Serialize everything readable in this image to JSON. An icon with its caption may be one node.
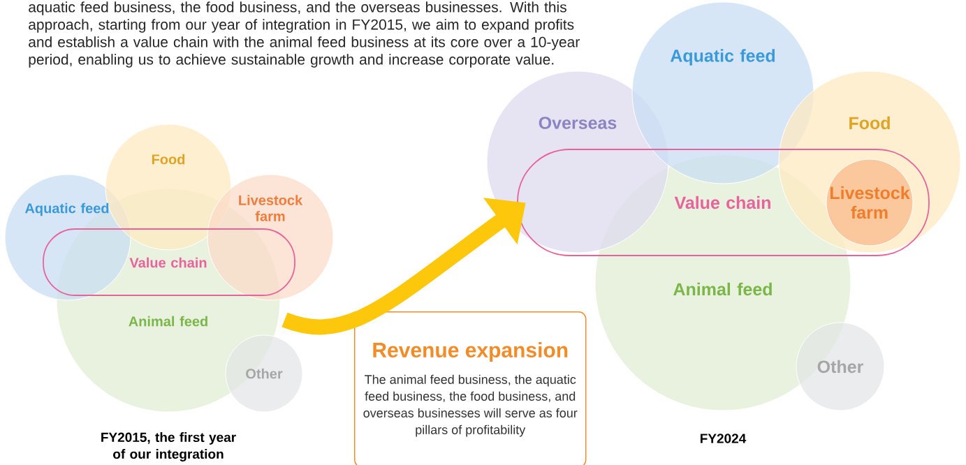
{
  "diagram": {
    "nodes": [
      {
        "text": [
          "Food"
        ]
      },
      {
        "text": [
          "Aquatic feed"
        ]
      },
      {
        "text": [
          "Livestock farm"
        ]
      },
      {
        "text": [
          "Value chain"
        ]
      },
      {
        "text": [
          "Animal feed"
        ]
      },
      {
        "text": [
          "Other"
        ]
      },
      {
        "text": [
          "Revenue expansion",
          "The animal feed business, the aquatic feed business, the food business, and overseas businesses will serve as four pillars of profitability"
        ]
      },
      {
        "text": [
          "Aquatic feed"
        ]
      },
      {
        "text": [
          "Overseas"
        ]
      },
      {
        "text": [
          "Food"
        ]
      },
      {
        "text": [
          "Livestock farm"
        ]
      },
      {
        "text": [
          "Value chain"
        ]
      },
      {
        "text": [
          "Animal feed"
        ]
      },
      {
        "text": [
          "Other"
        ]
      }
    ],
    "edges": [
      {
        "from": 4,
        "to": 8,
        "arrow": "to"
      }
    ],
    "labels": [
      "aquatic feed business, the food business, and the overseas businesses. With this approach, starting from our year of integration in FY2015, we aim to expand profits and establish a value chain with the animal feed business at its core over a 10-year period, enabling us to achieve sustainable growth and increase corporate value.",
      "FY2015, the first year of our integration",
      "FY2024"
    ]
  }
}
